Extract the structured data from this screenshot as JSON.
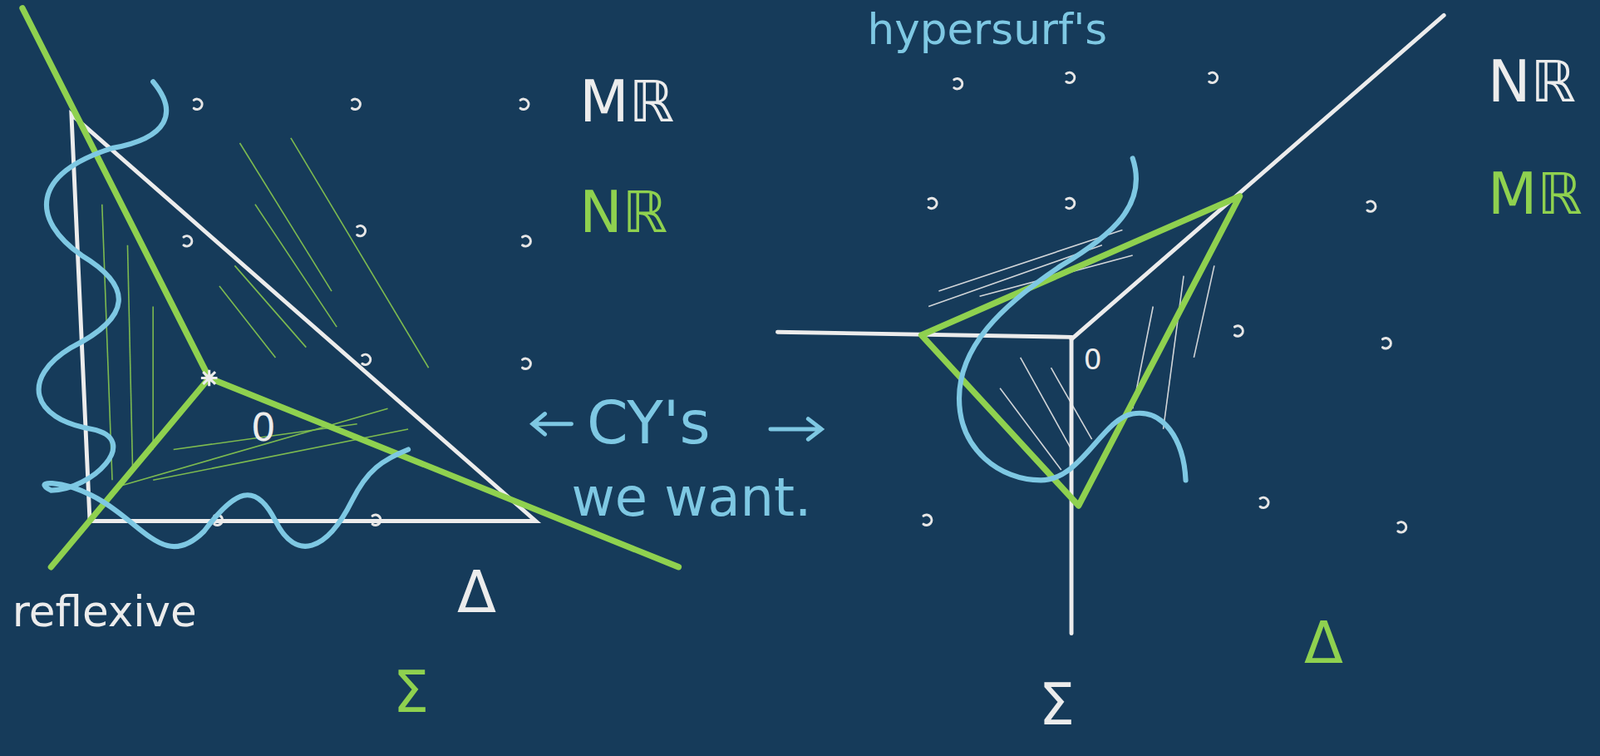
{
  "diagram": {
    "labels": [
      "hypersurf's",
      "Mℝ",
      "Nℝ",
      "CY's",
      "we want.",
      "reflexive",
      "Δ",
      "Σ",
      "0",
      "Nℝ",
      "Mℝ",
      "Δ",
      "Σ",
      "0"
    ]
  }
}
